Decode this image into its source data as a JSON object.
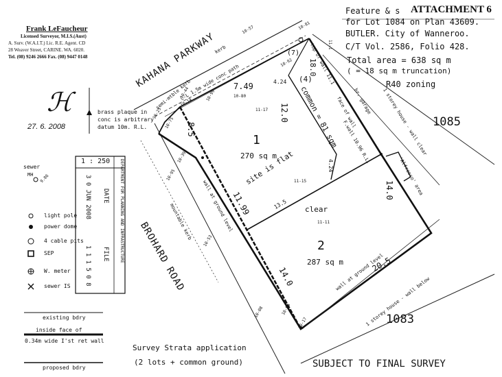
{
  "header": {
    "attachment": "ATTACHMENT 6",
    "feature_line": "Feature & s",
    "lot_line": "for Lot 1084 on Plan 43609.",
    "location": "BUTLER. City of Wanneroo.",
    "title_ref": "C/T Vol. 2586, Folio 428.",
    "total_area": "Total area = 638 sq m",
    "truncation": "( = 18 sq m truncation)",
    "zoning": "R40 zoning"
  },
  "surveyor": {
    "name": "Frank LeFaucheur",
    "line1": "Licensed Surveyor, M.I.S.(Aust)",
    "line2": "A. Surv. (W.A.I.T.) Lic. R.E. Agent. CD",
    "line3": "28 Weaver Street, CARINE. WA. 6020.",
    "phone": "Tel. (08) 9246 2666  Fax. (08) 9447 0148",
    "signature_date": "27. 6. 2008"
  },
  "stamp": {
    "scale": "1 : 250",
    "date_label": "DATE",
    "date_value": "3 0 JUN 2008",
    "file_label": "FILE",
    "file_value": "1 1 1 5 0 8",
    "side_text": "DEPARTMENT FOR PLANNING AND INFRASTRUCTURE"
  },
  "roads": {
    "kahana": "KAHANA PARKWAY",
    "brohard": "BROHARD ROAD"
  },
  "lots": {
    "lot1": {
      "number": "1",
      "area": "270 sq m"
    },
    "lot2": {
      "number": "2",
      "area": "287 sq m"
    },
    "common": {
      "number": "(4)",
      "label": "common = 81 sqm"
    },
    "site_flat": "site is flat",
    "clear": "clear",
    "neighbour_1085": "1085",
    "neighbour_1083": "1083",
    "lot7": "(7)"
  },
  "annotations": {
    "brass_plaque": "brass plaque in",
    "conc_arbitrary": "conc is arbitrary",
    "datum": "datum 10m. R.L.",
    "conc_path": "C-L 1.5m wide conc path",
    "semi_mtble_kerb": "semi-mtble kerb",
    "kerb": "kerb",
    "mountable_kerb": "mountable kerb",
    "wall_ground_left": "wall at ground level",
    "wall_ground_bottom": "wall at ground level",
    "house_right": "1 storey house - wall clear",
    "house_bottom": "1 storey house - wall below",
    "alfresco": "'Alfresco' area",
    "garage": "br. garage",
    "top_wall": "top of wall 11.1",
    "fwall": "F.wall 10.96 R.L.",
    "face_wall": "face of wall"
  },
  "dims": {
    "d_7_49": "7.49",
    "d_4_24_top": "4.24",
    "d_12_0": "12.0",
    "d_8_5": "8.5",
    "d_11_99": "11.99",
    "d_13_5": "13.5",
    "d_14_0_right": "14.0",
    "d_14_0_left": "14.0",
    "d_20_5": "20.5",
    "d_4_24_mid": "4.24",
    "d_18_0": "18.0"
  },
  "levels": [
    "10-81",
    "10-92",
    "10-57",
    "11-17",
    "11-15",
    "11-11",
    "11-1",
    "10-14",
    "10-25",
    "10-75",
    "10-39",
    "10-53",
    "10-17",
    "10-08",
    "10-44",
    "10-80",
    "10-99",
    "10-95",
    "10-96"
  ],
  "legend": {
    "sewer": "sewer",
    "sewer_mh": "MH",
    "sewer_level": "9.86",
    "light_pole": "light pole",
    "power_dome": "power dome",
    "cable_pits": "4 cable pits",
    "sep": "SEP",
    "water_meter": "W. meter",
    "sewer_is": "sewer IS",
    "existing_bdry": "existing bdry",
    "inside_face": "inside face of",
    "ret_wall": "0.34m wide I'st ret wall",
    "proposed_bdry": "proposed bdry"
  },
  "footer": {
    "line1": "Survey Strata application",
    "line2": "(2 lots + common ground)",
    "subject": "SUBJECT TO FINAL SURVEY"
  }
}
